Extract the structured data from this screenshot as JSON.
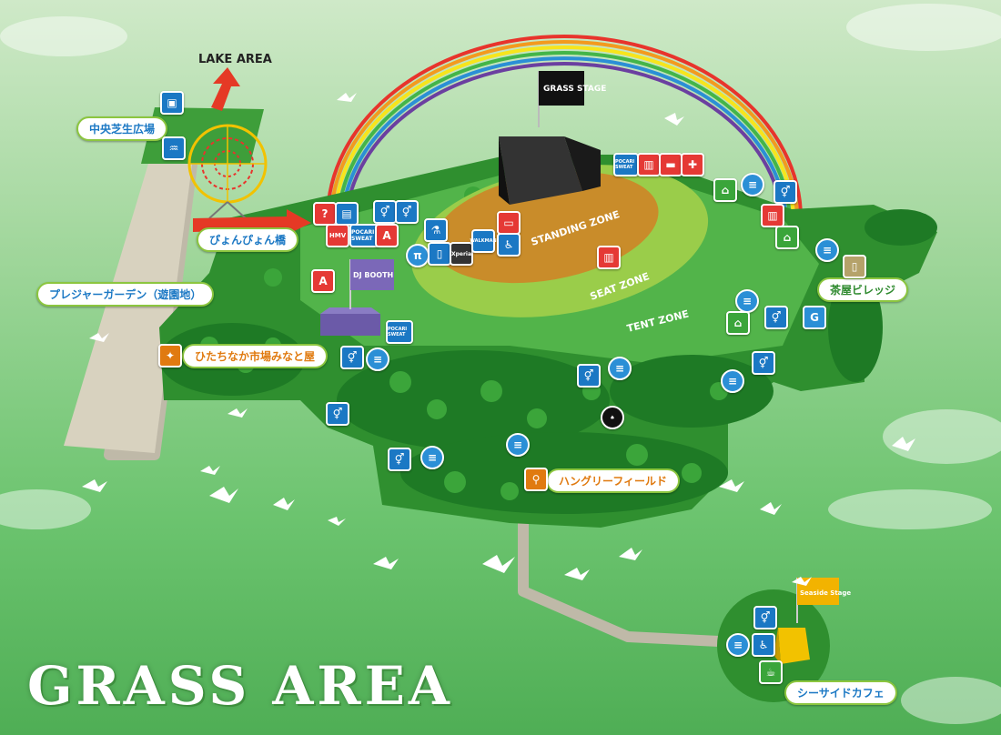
{
  "title": "GRASS AREA",
  "lake_area": "LAKE AREA",
  "stages": {
    "grass_stage": "GRASS STAGE",
    "dj_booth": "DJ BOOTH",
    "seaside_stage": "Seaside Stage"
  },
  "zones": {
    "standing": "STANDING ZONE",
    "seat": "SEAT ZONE",
    "tent": "TENT ZONE"
  },
  "places": {
    "chuo_shibafu": "中央芝生広場",
    "pyonpyon_bashi": "ぴょんぴょん橋",
    "pleasure_garden": "プレジャーガーデン（遊園地）",
    "hitachinaka": "ひたちなか市場みなと屋",
    "chaya_village": "茶屋ビレッジ",
    "hungry_field": "ハングリーフィールド",
    "seaside_cafe": "シーサイドカフェ"
  },
  "sponsors": {
    "hmv": "HMV",
    "pocari": "POCARI SWEAT",
    "xperia": "Xperia",
    "walkman": "WALKMAN"
  },
  "colors": {
    "grass_dark": "#2f8f2f",
    "grass_mid": "#4fb248",
    "field": "#c98c2a",
    "rainbow": [
      "#e8342c",
      "#f39a1e",
      "#f7e51c",
      "#43b549",
      "#2b8fd6",
      "#6b3fa0"
    ],
    "toilet": "#1b78c4",
    "first_aid": "#e53935",
    "drink": "#e53935"
  },
  "icons": {
    "toilet": "toilet-icon",
    "water": "water-icon",
    "first_aid": "first-aid-icon",
    "info": "info-icon",
    "accessible": "wheelchair-icon",
    "tent": "tent-icon",
    "drink": "drink-icon",
    "food": "food-icon",
    "locker": "locker-icon",
    "aed": "aed-icon"
  }
}
